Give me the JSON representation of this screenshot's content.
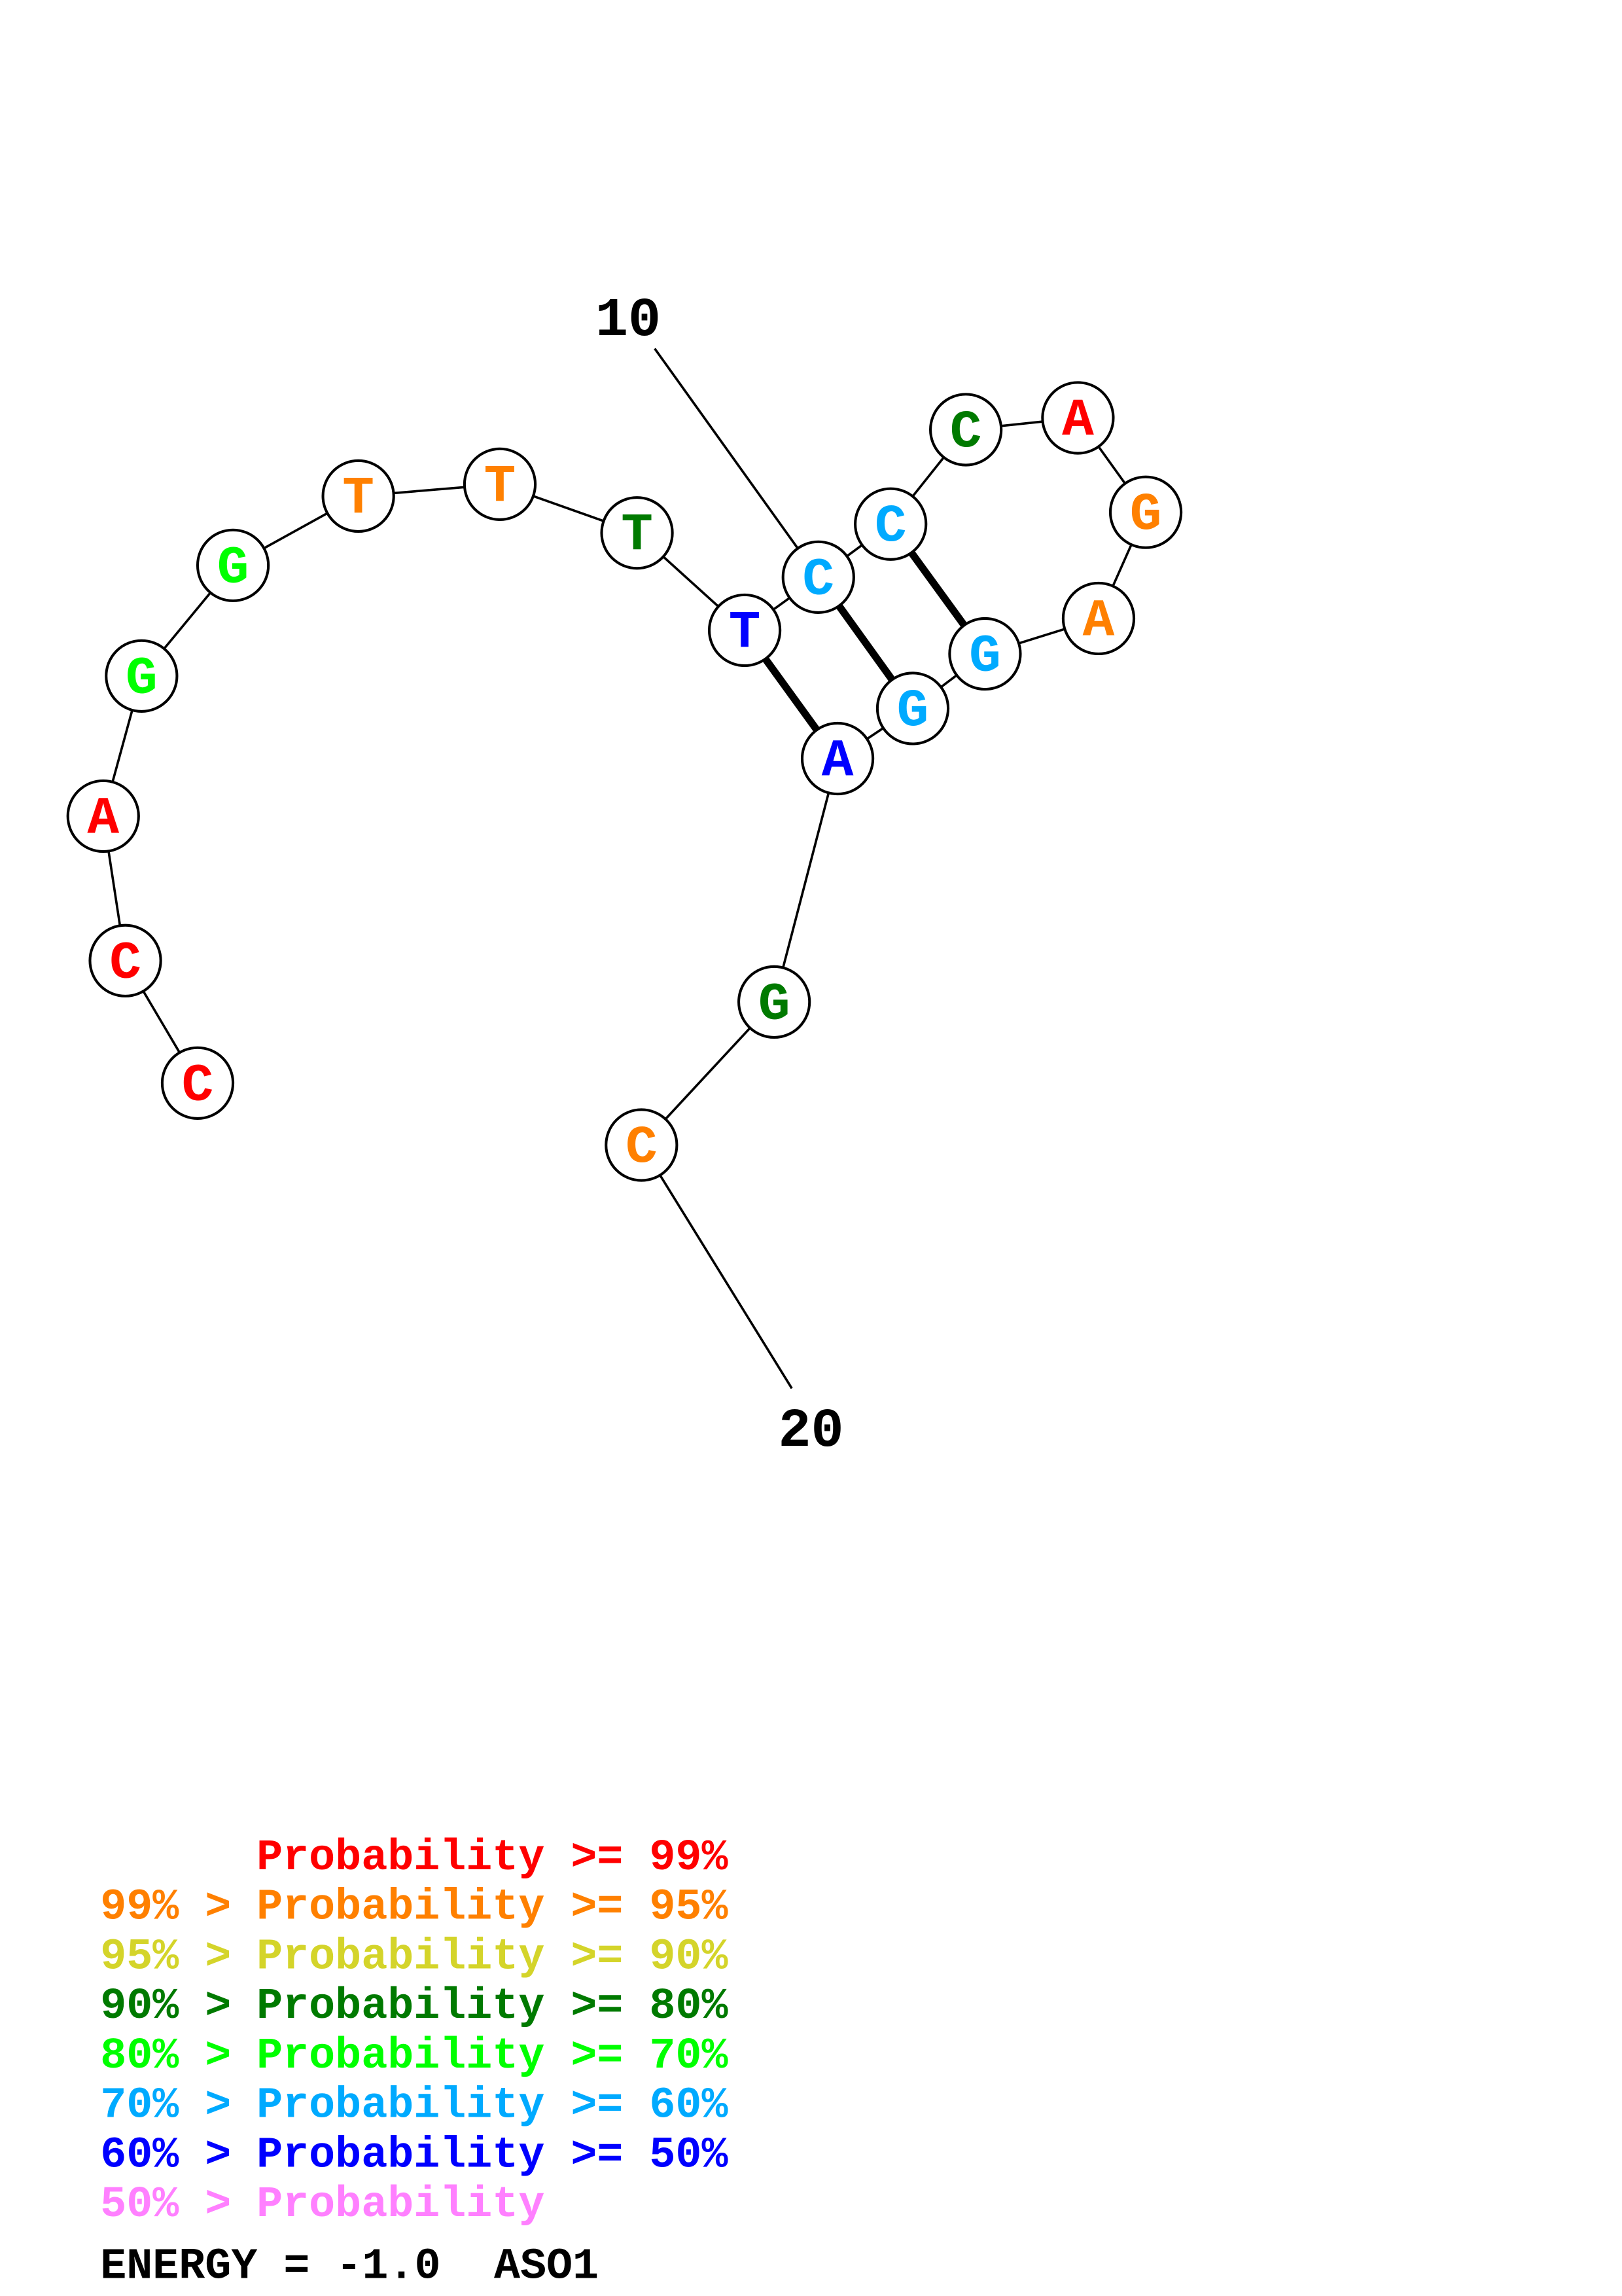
{
  "structure": {
    "name": "ASO1",
    "sequence": [
      "C",
      "C",
      "A",
      "G",
      "G",
      "T",
      "T",
      "T",
      "T",
      "C",
      "C",
      "C",
      "A",
      "G",
      "A",
      "G",
      "G",
      "A",
      "G",
      "C"
    ],
    "probability_class": [
      0,
      0,
      0,
      4,
      4,
      1,
      1,
      3,
      6,
      5,
      5,
      3,
      0,
      1,
      1,
      5,
      5,
      6,
      3,
      1
    ],
    "pairs": [
      [
        9,
        18
      ],
      [
        10,
        17
      ],
      [
        11,
        16
      ]
    ],
    "position_labels": [
      {
        "index": 10,
        "text": "10"
      },
      {
        "index": 20,
        "text": "20"
      }
    ]
  },
  "legend": [
    {
      "prefix": "",
      "label": "Probability >= 99%",
      "color": "#ff0000"
    },
    {
      "prefix": "99% >",
      "label": "Probability >= 95%",
      "color": "#ff8000"
    },
    {
      "prefix": "95% >",
      "label": "Probability >= 90%",
      "color": "#d4d42a"
    },
    {
      "prefix": "90% >",
      "label": "Probability >= 80%",
      "color": "#007a00"
    },
    {
      "prefix": "80% >",
      "label": "Probability >= 70%",
      "color": "#00ff00"
    },
    {
      "prefix": "70% >",
      "label": "Probability >= 60%",
      "color": "#00aaff"
    },
    {
      "prefix": "60% >",
      "label": "Probability >= 50%",
      "color": "#0000ff"
    },
    {
      "prefix": "50% >",
      "label": "Probability",
      "color": "#ff80ff"
    }
  ],
  "footer": {
    "energy": "ENERGY = -1.0",
    "name": "ASO1"
  }
}
